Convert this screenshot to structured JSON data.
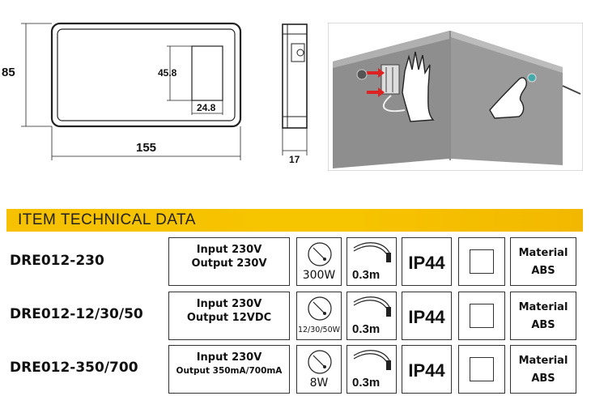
{
  "drawing": {
    "height_label": "85",
    "width_label": "155",
    "sensor_height_label": "45.8",
    "sensor_width_label": "24.8",
    "depth_label": "17"
  },
  "banner": {
    "title": "ITEM TECHNICAL DATA"
  },
  "rows": [
    {
      "model": "DRE012-230",
      "input": "Input 230V",
      "output": "Output 230V",
      "watt": "300W",
      "length": "0.3m",
      "ip": "IP44",
      "material_label": "Material",
      "material": "ABS"
    },
    {
      "model": "DRE012-12/30/50",
      "input": "Input 230V",
      "output": "Output 12VDC",
      "watt": "12/30/50W",
      "length": "0.3m",
      "ip": "IP44",
      "material_label": "Material",
      "material": "ABS"
    },
    {
      "model": "DRE012-350/700",
      "input": "Input 230V",
      "output": "Output 350mA/700mA",
      "watt": "8W",
      "length": "0.3m",
      "ip": "IP44",
      "material_label": "Material",
      "material": "ABS"
    }
  ]
}
